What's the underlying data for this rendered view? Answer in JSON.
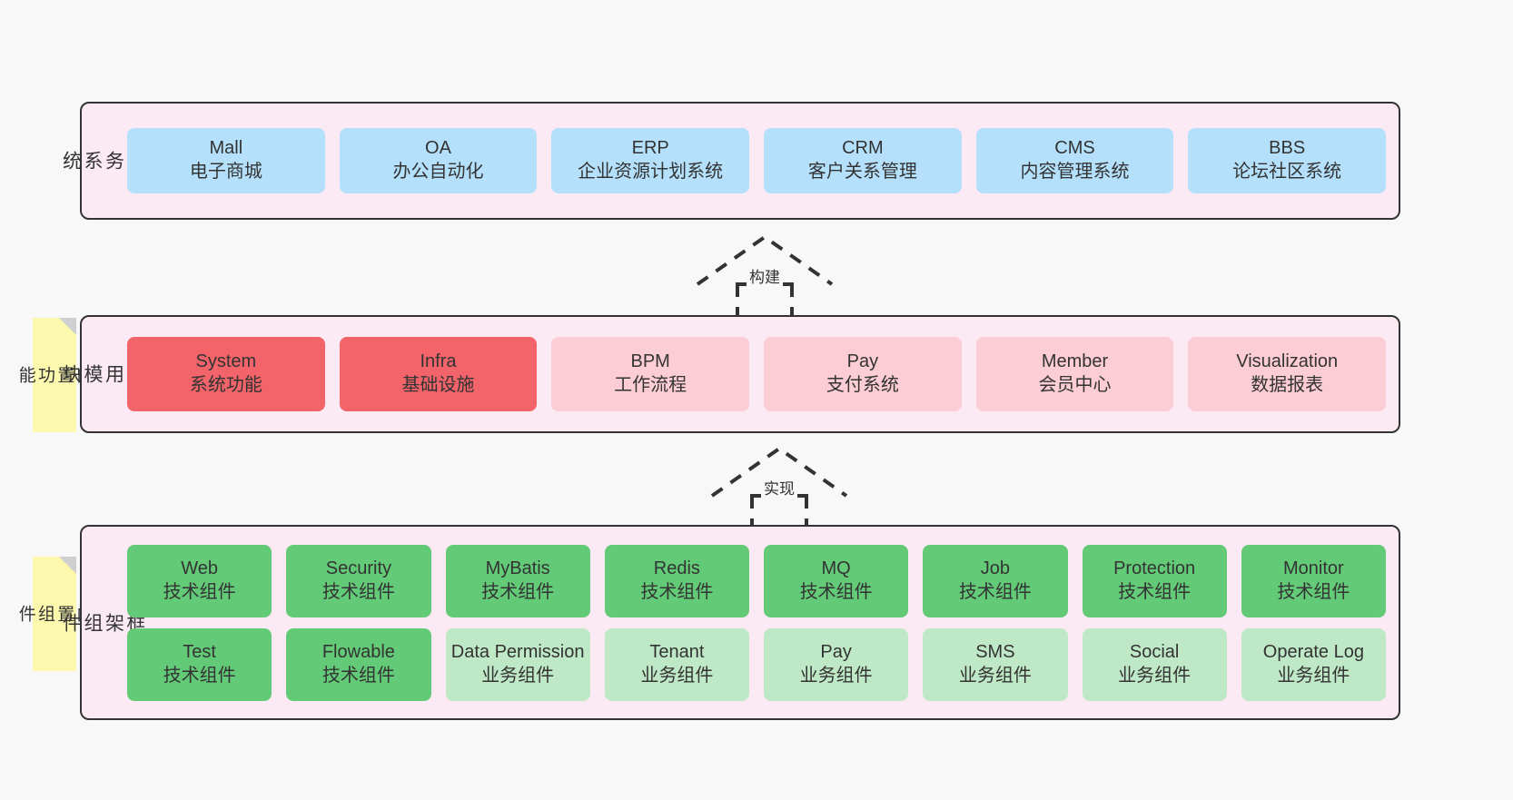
{
  "diagram": {
    "background_color": "#f8f8f8",
    "layer_band_color": "#fbeaf4",
    "sticky_color": "#fcf8ae"
  },
  "layers": {
    "business": {
      "title": "业\n务\n系\n统",
      "color": "#b4e0fb",
      "rows": [
        [
          {
            "en": "Mall",
            "cn": "电子商城",
            "variant": "c-blue"
          },
          {
            "en": "OA",
            "cn": "办公自动化",
            "variant": "c-blue"
          },
          {
            "en": "ERP",
            "cn": "企业资源计划系统",
            "variant": "c-blue"
          },
          {
            "en": "CRM",
            "cn": "客户关系管理",
            "variant": "c-blue"
          },
          {
            "en": "CMS",
            "cn": "内容管理系统",
            "variant": "c-blue"
          },
          {
            "en": "BBS",
            "cn": "论坛社区系统",
            "variant": "c-blue"
          }
        ]
      ]
    },
    "modules": {
      "title": "通\n用\n模\n块",
      "sticky": "内\n置\n功\n能",
      "rows": [
        [
          {
            "en": "System",
            "cn": "系统功能",
            "variant": "c-red"
          },
          {
            "en": "Infra",
            "cn": "基础设施",
            "variant": "c-red"
          },
          {
            "en": "BPM",
            "cn": "工作流程",
            "variant": "c-pink"
          },
          {
            "en": "Pay",
            "cn": "支付系统",
            "variant": "c-pink"
          },
          {
            "en": "Member",
            "cn": "会员中心",
            "variant": "c-pink"
          },
          {
            "en": "Visualization",
            "cn": "数据报表",
            "variant": "c-pink"
          }
        ]
      ]
    },
    "framework": {
      "title": "框\n架\n组\n件",
      "sticky": "内\n置\n组\n件",
      "rows": [
        [
          {
            "en": "Web",
            "cn": "技术组件",
            "variant": "c-green"
          },
          {
            "en": "Security",
            "cn": "技术组件",
            "variant": "c-green"
          },
          {
            "en": "MyBatis",
            "cn": "技术组件",
            "variant": "c-green"
          },
          {
            "en": "Redis",
            "cn": "技术组件",
            "variant": "c-green"
          },
          {
            "en": "MQ",
            "cn": "技术组件",
            "variant": "c-green"
          },
          {
            "en": "Job",
            "cn": "技术组件",
            "variant": "c-green"
          },
          {
            "en": "Protection",
            "cn": "技术组件",
            "variant": "c-green"
          },
          {
            "en": "Monitor",
            "cn": "技术组件",
            "variant": "c-green"
          }
        ],
        [
          {
            "en": "Test",
            "cn": "技术组件",
            "variant": "c-green"
          },
          {
            "en": "Flowable",
            "cn": "技术组件",
            "variant": "c-green"
          },
          {
            "en": "Data Permission",
            "cn": "业务组件",
            "variant": "c-lightgreen",
            "wrap": true
          },
          {
            "en": "Tenant",
            "cn": "业务组件",
            "variant": "c-lightgreen"
          },
          {
            "en": "Pay",
            "cn": "业务组件",
            "variant": "c-lightgreen"
          },
          {
            "en": "SMS",
            "cn": "业务组件",
            "variant": "c-lightgreen"
          },
          {
            "en": "Social",
            "cn": "业务组件",
            "variant": "c-lightgreen"
          },
          {
            "en": "Operate Log",
            "cn": "业务组件",
            "variant": "c-lightgreen"
          }
        ]
      ]
    }
  },
  "connectors": [
    {
      "id": "build",
      "label": "构建",
      "style": "dashed-hollow-arrow-up"
    },
    {
      "id": "realize",
      "label": "实现",
      "style": "dashed-hollow-arrow-up"
    }
  ]
}
